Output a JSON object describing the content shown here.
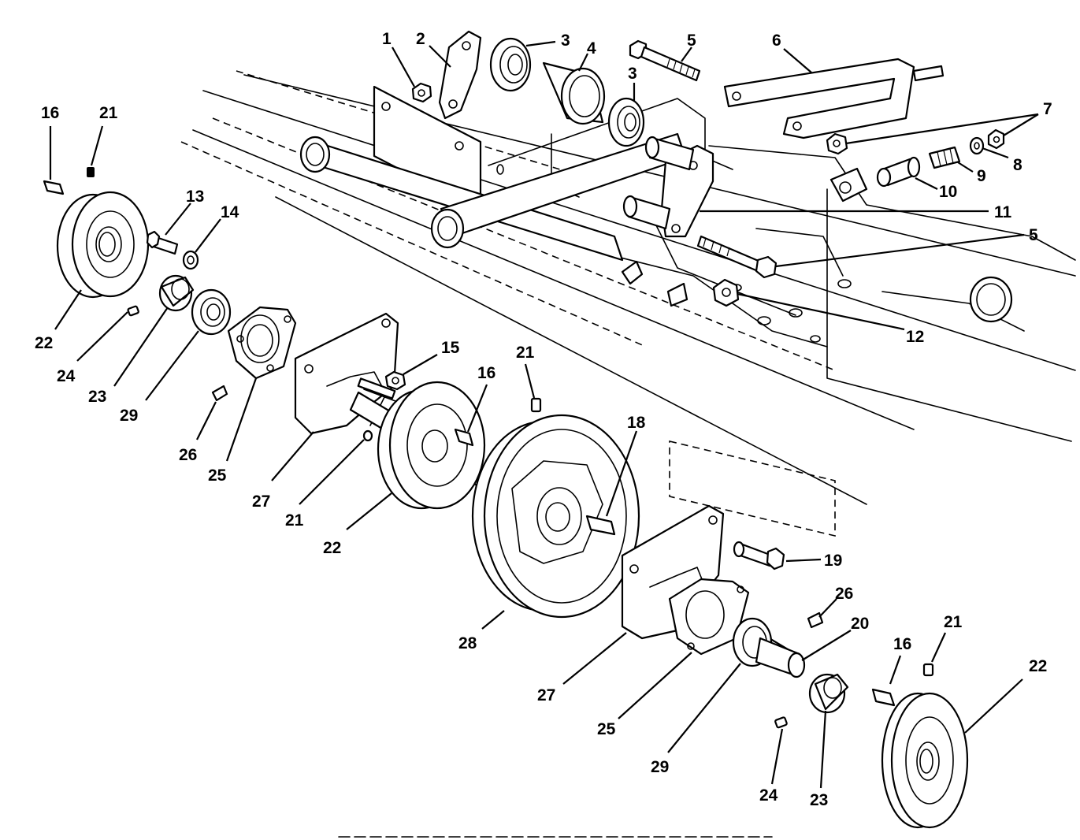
{
  "callouts": [
    {
      "id": "c1",
      "label": "1"
    },
    {
      "id": "c2",
      "label": "2"
    },
    {
      "id": "c3a",
      "label": "3"
    },
    {
      "id": "c3b",
      "label": "3"
    },
    {
      "id": "c4",
      "label": "4"
    },
    {
      "id": "c5a",
      "label": "5"
    },
    {
      "id": "c5b",
      "label": "5"
    },
    {
      "id": "c6",
      "label": "6"
    },
    {
      "id": "c7",
      "label": "7"
    },
    {
      "id": "c8",
      "label": "8"
    },
    {
      "id": "c9",
      "label": "9"
    },
    {
      "id": "c10",
      "label": "10"
    },
    {
      "id": "c11",
      "label": "11"
    },
    {
      "id": "c12",
      "label": "12"
    },
    {
      "id": "c13",
      "label": "13"
    },
    {
      "id": "c14",
      "label": "14"
    },
    {
      "id": "c15",
      "label": "15"
    },
    {
      "id": "c16a",
      "label": "16"
    },
    {
      "id": "c16b",
      "label": "16"
    },
    {
      "id": "c16c",
      "label": "16"
    },
    {
      "id": "c18",
      "label": "18"
    },
    {
      "id": "c19",
      "label": "19"
    },
    {
      "id": "c20",
      "label": "20"
    },
    {
      "id": "c21a",
      "label": "21"
    },
    {
      "id": "c21b",
      "label": "21"
    },
    {
      "id": "c21c",
      "label": "21"
    },
    {
      "id": "c21d",
      "label": "21"
    },
    {
      "id": "c22a",
      "label": "22"
    },
    {
      "id": "c22b",
      "label": "22"
    },
    {
      "id": "c22c",
      "label": "22"
    },
    {
      "id": "c23a",
      "label": "23"
    },
    {
      "id": "c23b",
      "label": "23"
    },
    {
      "id": "c24a",
      "label": "24"
    },
    {
      "id": "c24b",
      "label": "24"
    },
    {
      "id": "c25a",
      "label": "25"
    },
    {
      "id": "c25b",
      "label": "25"
    },
    {
      "id": "c26a",
      "label": "26"
    },
    {
      "id": "c26b",
      "label": "26"
    },
    {
      "id": "c27a",
      "label": "27"
    },
    {
      "id": "c27b",
      "label": "27"
    },
    {
      "id": "c28",
      "label": "28"
    },
    {
      "id": "c29a",
      "label": "29"
    },
    {
      "id": "c29b",
      "label": "29"
    }
  ],
  "colors": {
    "ink": "#000000",
    "paper": "#ffffff"
  }
}
